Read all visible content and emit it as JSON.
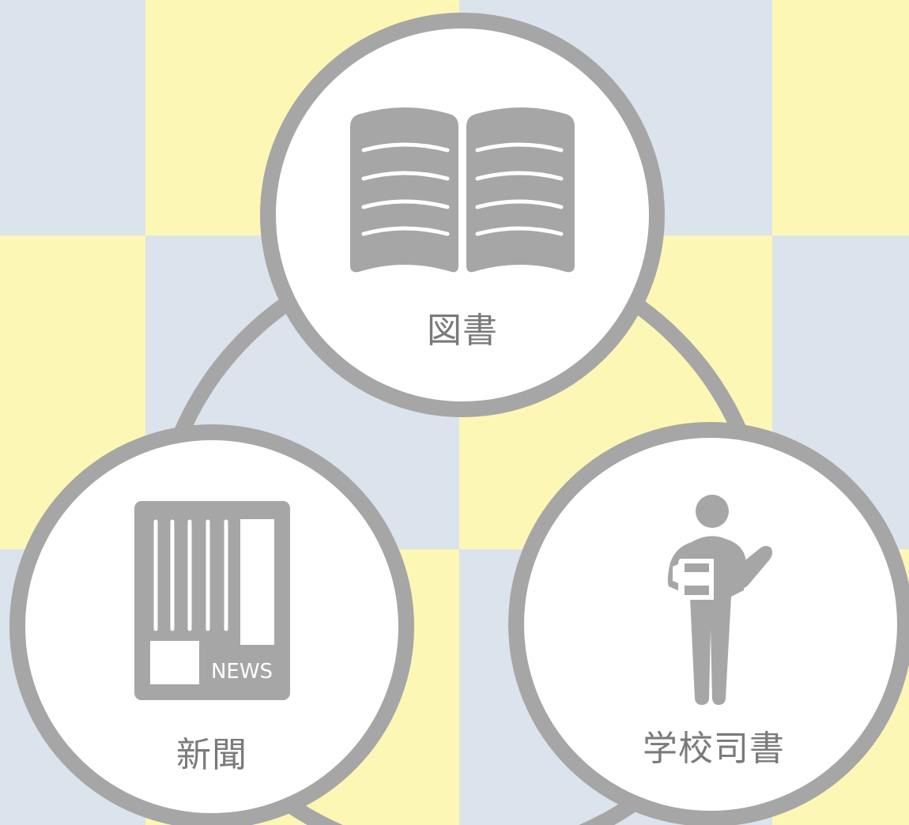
{
  "colors": {
    "tile_a": "#dbe3ec",
    "tile_b": "#fdf7b6",
    "ring": "#a6a6a6",
    "circle_fill": "#ffffff",
    "label": "#7a7a7a"
  },
  "nodes": [
    {
      "id": "books",
      "label": "図書",
      "icon": "open-book-icon"
    },
    {
      "id": "newspaper",
      "label": "新聞",
      "icon": "newspaper-icon",
      "icon_text": "NEWS"
    },
    {
      "id": "librarian",
      "label": "学校司書",
      "icon": "librarian-person-icon"
    }
  ]
}
